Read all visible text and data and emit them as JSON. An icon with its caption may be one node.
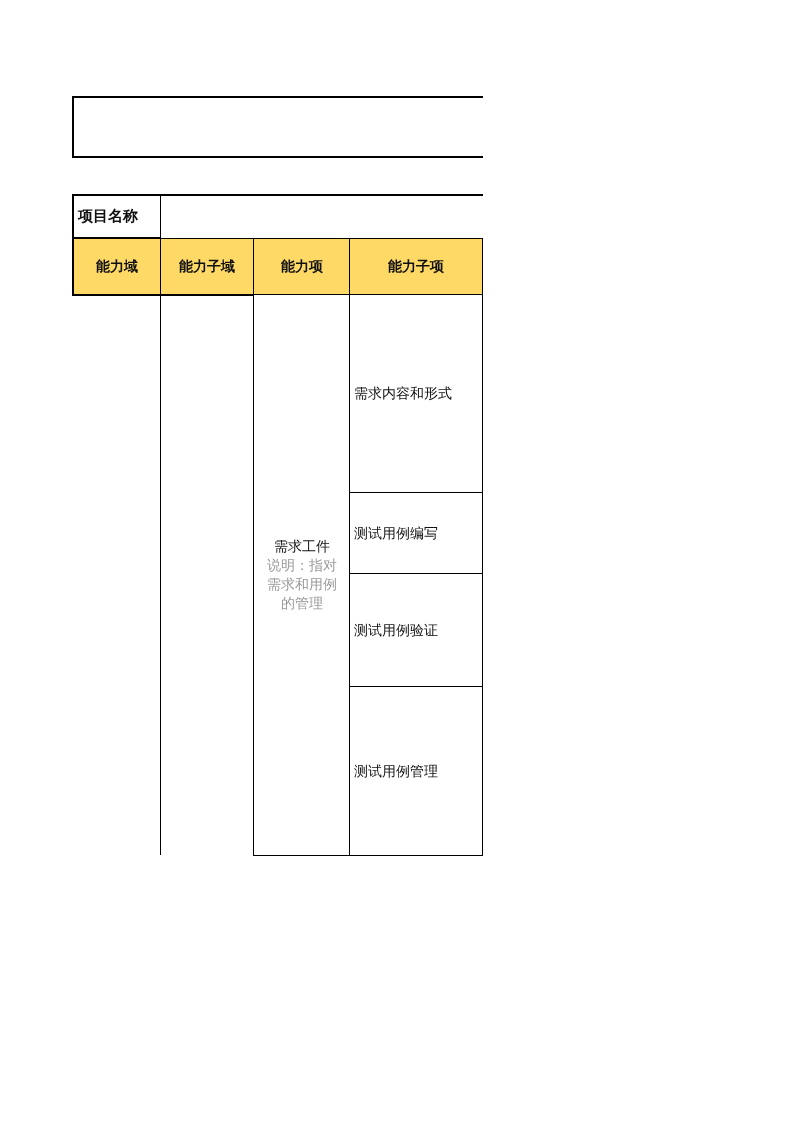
{
  "diagram": {
    "nodes": [
      {
        "text": [],
        "shape": "box"
      }
    ],
    "labels": [
      "项目名称",
      "能力域",
      "能力子域",
      "能力项",
      "能力子项",
      "需求工件",
      "说明：指对需求和用例的管理",
      "需求内容和形式",
      "测试用例编写",
      "测试用例验证",
      "测试用例管理"
    ]
  }
}
